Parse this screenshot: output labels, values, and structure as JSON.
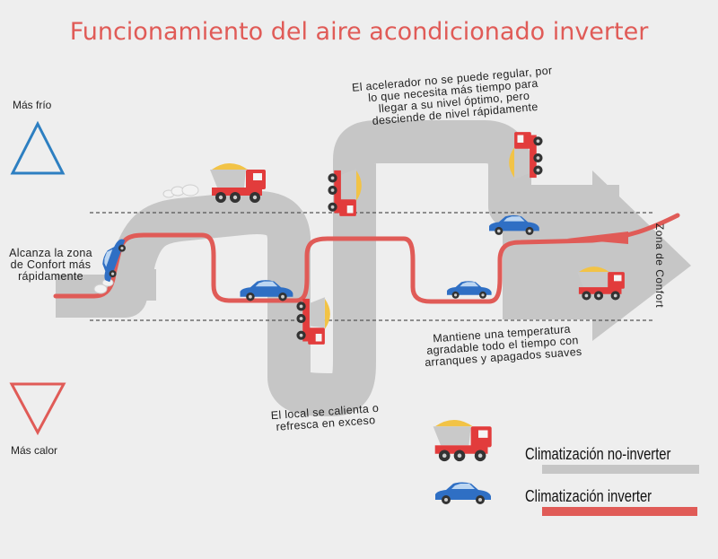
{
  "title": "Funcionamiento del aire acondicionado inverter",
  "cold_label": "Más frío",
  "hot_label": "Más calor",
  "zone_label": "Zona de Confort",
  "notes": {
    "reach_comfort": [
      "Alcanza la zona",
      "de Confort más",
      "rápidamente"
    ],
    "accelerator": [
      "El acelerador no se puede regular, por",
      "lo que necesita más tiempo para",
      "llegar a su nivel óptimo, pero",
      "desciende de nivel rápidamente"
    ],
    "steady_temp": [
      "Mantiene una temperatura",
      "agradable todo el tiempo con",
      "arranques y apagados suaves"
    ],
    "overshoot": [
      "El local se calienta o",
      "refresca en exceso"
    ]
  },
  "legend": {
    "non_inverter": "Climatización no-inverter",
    "inverter": "Climatización inverter"
  },
  "colors": {
    "accent": "#e05b57",
    "road": "#c6c6c6",
    "cold": "#2d7fc1",
    "truck": "#e23c3c",
    "car": "#2f6fc4",
    "sand": "#f2c346"
  },
  "icons": {
    "cold": "triangle-up-icon",
    "hot": "triangle-down-icon",
    "truck": "dump-truck-icon",
    "car": "car-icon"
  }
}
